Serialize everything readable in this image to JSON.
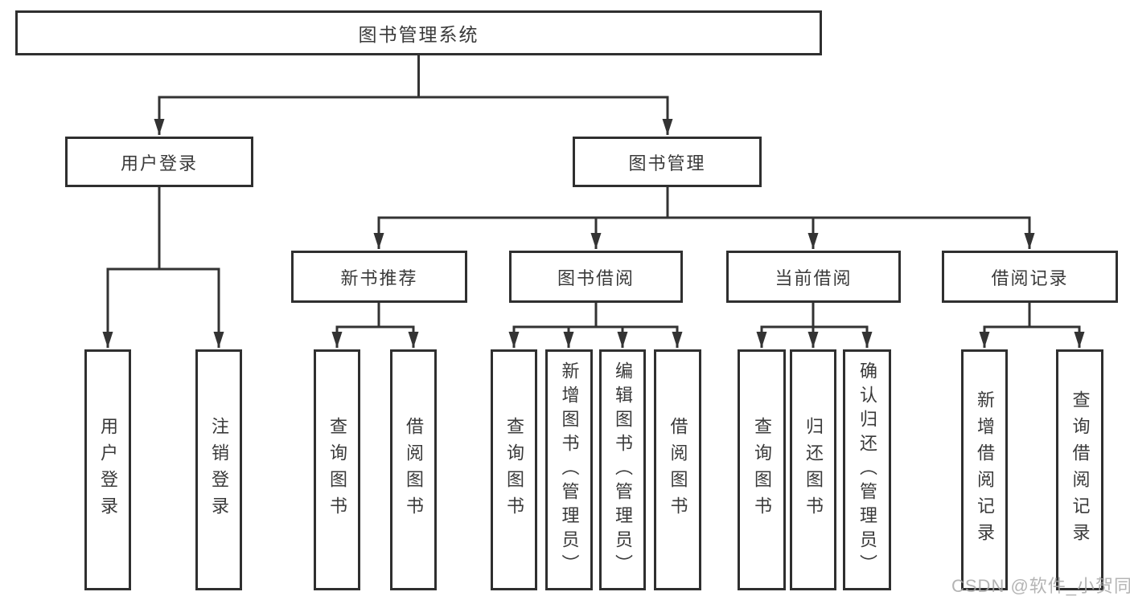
{
  "tree": {
    "label": "图书管理系统",
    "children": [
      {
        "label": "用户登录",
        "children": [
          {
            "label": "用户登录"
          },
          {
            "label": "注销登录"
          }
        ]
      },
      {
        "label": "图书管理",
        "children": [
          {
            "label": "新书推荐",
            "children": [
              {
                "label": "查询图书"
              },
              {
                "label": "借阅图书"
              }
            ]
          },
          {
            "label": "图书借阅",
            "children": [
              {
                "label": "查询图书"
              },
              {
                "label": "新增图书（管理员）"
              },
              {
                "label": "编辑图书（管理员）"
              },
              {
                "label": "借阅图书"
              }
            ]
          },
          {
            "label": "当前借阅",
            "children": [
              {
                "label": "查询图书"
              },
              {
                "label": "归还图书"
              },
              {
                "label": "确认归还（管理员）"
              }
            ]
          },
          {
            "label": "借阅记录",
            "children": [
              {
                "label": "新增借阅记录"
              },
              {
                "label": "查询借阅记录"
              }
            ]
          }
        ]
      }
    ]
  },
  "watermark": {
    "text": "CSDN @软件_小贺同学"
  },
  "colors": {
    "line": "#333333",
    "border": "#2f2f2f",
    "text": "#3a3a3a",
    "watermark": "#a8a8a8",
    "background": "#ffffff"
  }
}
